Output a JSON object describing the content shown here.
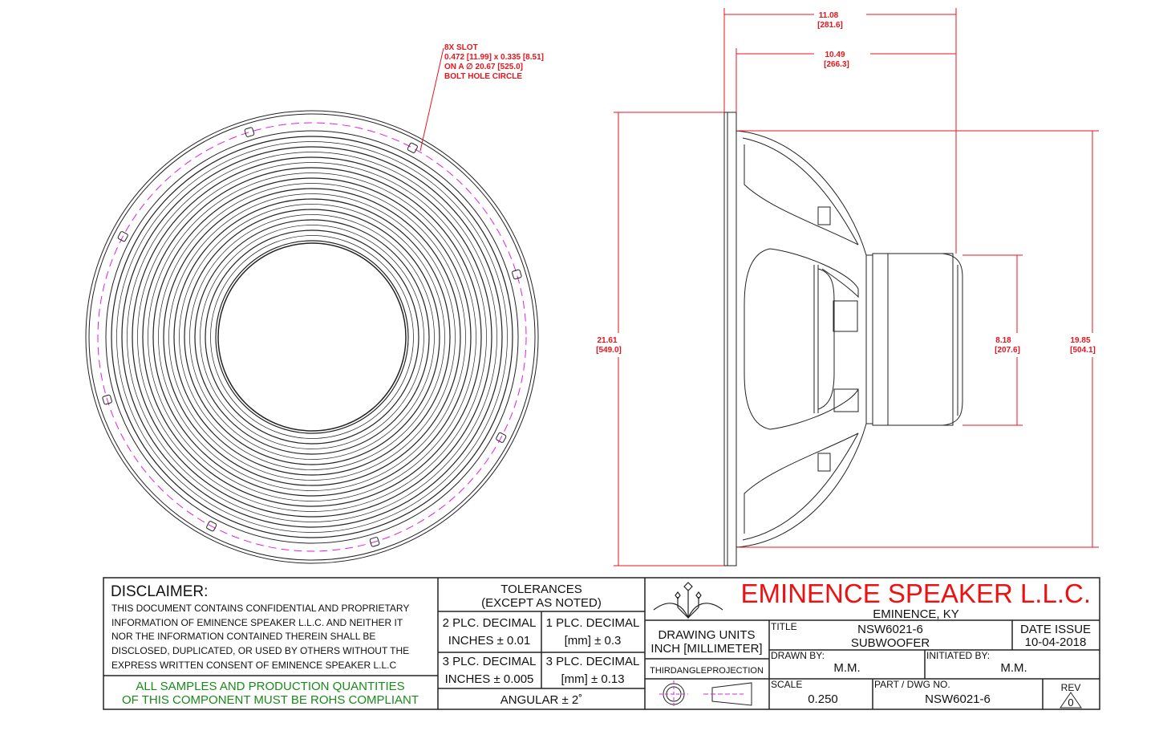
{
  "annotation": {
    "slot": [
      "8X SLOT",
      "0.472 [11.99] x 0.335 [8.51]",
      "ON A ∅ 20.67 [525.0]",
      "BOLT HOLE CIRCLE"
    ]
  },
  "dimensions": {
    "overall_depth": [
      "11.08",
      "[281.6]"
    ],
    "basket_depth": [
      "10.49",
      "[266.3]"
    ],
    "overall_diameter": [
      "21.61",
      "[549.0]"
    ],
    "magnet_diameter": [
      "8.18",
      "[207.6]"
    ],
    "baffle_cutout": [
      "19.85",
      "[504.1]"
    ]
  },
  "title_block": {
    "disclaimer_heading": "DISCLAIMER:",
    "disclaimer_lines": [
      "THIS DOCUMENT CONTAINS CONFIDENTIAL AND PROPRIETARY",
      "INFORMATION OF EMINENCE SPEAKER L.L.C. AND NEITHER IT",
      "NOR THE INFORMATION CONTAINED THEREIN SHALL BE",
      "DISCLOSED, DUPLICATED, OR USED BY OTHERS WITHOUT THE",
      "EXPRESS WRITTEN CONSENT OF EMINENCE SPEAKER L.L.C"
    ],
    "rohs_lines": [
      "ALL SAMPLES AND PRODUCTION QUANTITIES",
      "OF THIS COMPONENT MUST BE ROHS COMPLIANT"
    ],
    "tolerances_heading": [
      "TOLERANCES",
      "(EXCEPT AS NOTED)"
    ],
    "tol_2plc": [
      "2 PLC. DECIMAL",
      "INCHES ± 0.01"
    ],
    "tol_1plc": [
      "1 PLC. DECIMAL",
      "[mm] ± 0.3"
    ],
    "tol_3plc_in": [
      "3 PLC. DECIMAL",
      "INCHES ± 0.005"
    ],
    "tol_3plc_mm": [
      "3 PLC. DECIMAL",
      "[mm] ± 0.13"
    ],
    "tol_angular": "ANGULAR ± 2˚",
    "company": "EMINENCE SPEAKER L.L.C.",
    "location": "EMINENCE, KY",
    "drawing_units": [
      "DRAWING UNITS",
      "INCH [MILLIMETER]"
    ],
    "projection": "THIRDANGLEPROJECTION",
    "title_label": "TITLE",
    "title": [
      "NSW6021-6",
      "SUBWOOFER"
    ],
    "date_label": "DATE ISSUE",
    "date": "10-04-2018",
    "drawn_by_label": "DRAWN BY:",
    "drawn_by": "M.M.",
    "initiated_by_label": "INITIATED BY:",
    "initiated_by": "M.M.",
    "scale_label": "SCALE",
    "scale": "0.250",
    "part_label": "PART / DWG NO.",
    "part": "NSW6021-6",
    "rev_label": "REV",
    "rev": "0"
  },
  "colors": {
    "dimension": "#e8141c",
    "bolt_circle": "#e020e0",
    "rohs": "#1a8a1a",
    "company": "#ee1111"
  }
}
